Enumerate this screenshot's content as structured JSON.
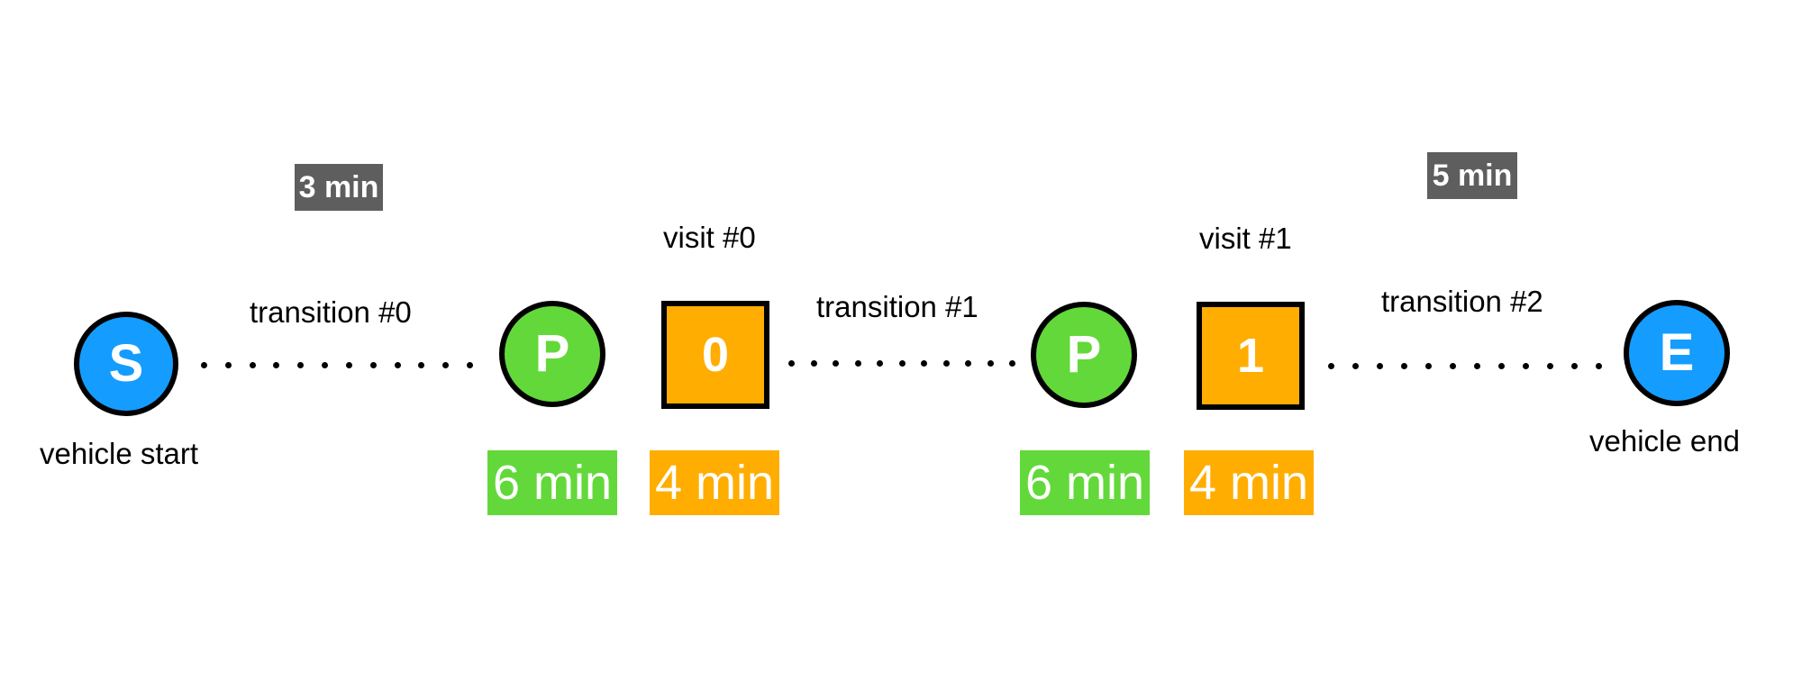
{
  "colors": {
    "endpoint": "#159cff",
    "pickup": "#63d83a",
    "visit": "#ffad00",
    "transition_label_bg": "#5e5e5e",
    "outline": "#000000"
  },
  "icons": {
    "start": "circle-node",
    "pickup": "circle-node",
    "visit": "square-node",
    "end": "circle-node"
  },
  "nodes": {
    "start": {
      "letter": "S",
      "caption": "vehicle start"
    },
    "pickup_0": {
      "letter": "P",
      "duration": "6 min"
    },
    "visit_0": {
      "number": "0",
      "title": "visit #0",
      "duration": "4 min"
    },
    "pickup_1": {
      "letter": "P",
      "duration": "6 min"
    },
    "visit_1": {
      "number": "1",
      "title": "visit #1",
      "duration": "4 min"
    },
    "end": {
      "letter": "E",
      "caption": "vehicle end"
    }
  },
  "transitions": [
    {
      "label": "transition #0",
      "duration": "3 min"
    },
    {
      "label": "transition #1",
      "duration": ""
    },
    {
      "label": "transition #2",
      "duration": "5 min"
    }
  ]
}
